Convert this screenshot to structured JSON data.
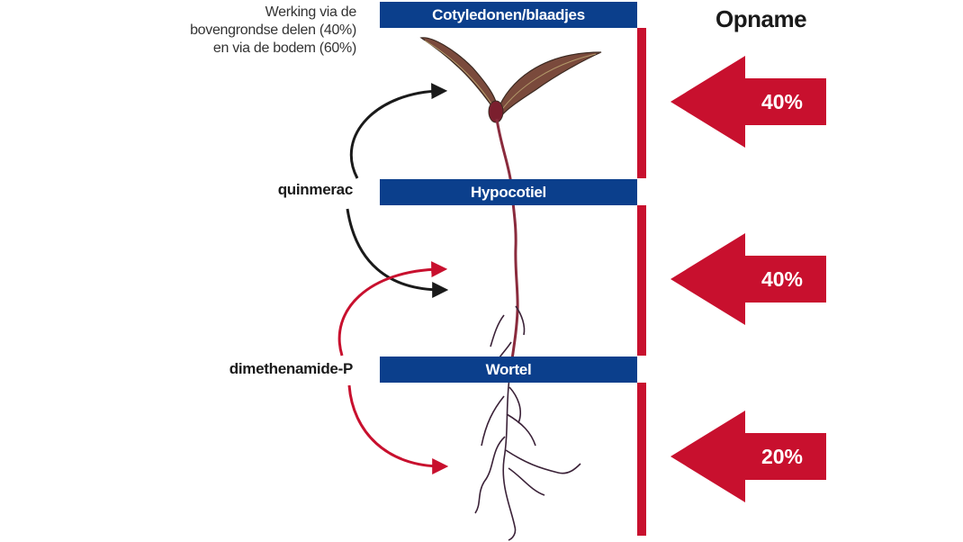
{
  "note_lines": [
    "Werking via de",
    "bovengrondse delen (40%)",
    "en via de bodem (60%)"
  ],
  "labels": {
    "quinmerac": "quinmerac",
    "dimethenamide": "dimethenamide-P"
  },
  "zones": [
    {
      "label": "Cotyledonen/blaadjes"
    },
    {
      "label": "Hypocotiel"
    },
    {
      "label": "Wortel"
    }
  ],
  "title": "Opname",
  "uptake": [
    "40%",
    "40%",
    "20%"
  ],
  "colors": {
    "blue": "#0b3f8c",
    "red": "#c8102e",
    "black": "#1a1a1a"
  }
}
